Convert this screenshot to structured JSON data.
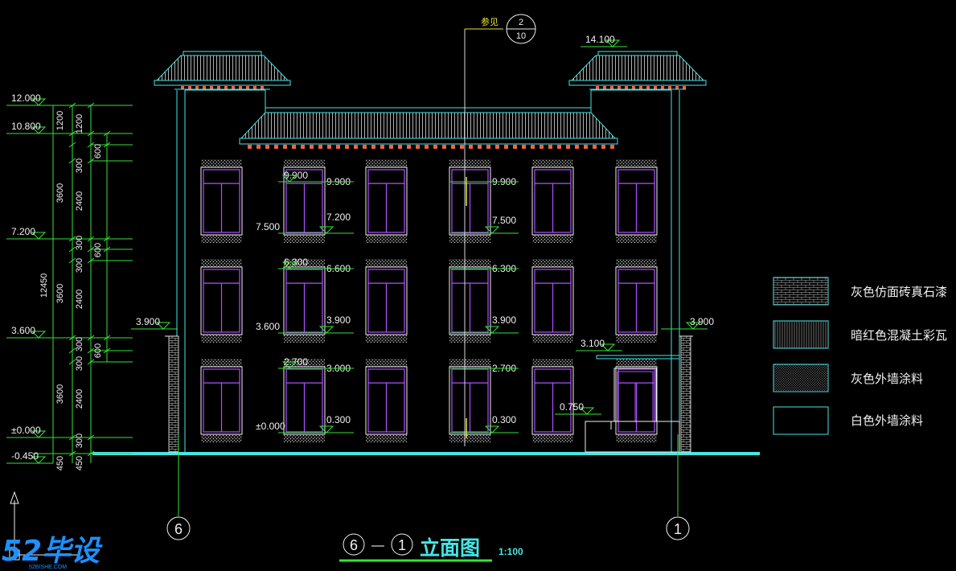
{
  "drawing": {
    "reference": {
      "label": "参见",
      "num": "2",
      "den": "10"
    },
    "title": {
      "from": "6",
      "dash": "—",
      "to": "1",
      "name": "立面图",
      "scale": "1:100"
    },
    "axes": {
      "left": "6",
      "right": "1"
    },
    "left_levels": [
      "12.000",
      "10.800",
      "7.200",
      "3.600",
      "±0.000",
      "-0.450"
    ],
    "dims_col1": [
      "1200",
      "3600",
      "12450",
      "3600",
      "3600",
      "450"
    ],
    "dims_col2": [
      "1200",
      "300",
      "2400",
      "300",
      "300",
      "2400",
      "300",
      "300",
      "2400",
      "300",
      "450"
    ],
    "dims_col3": [
      "600",
      "600",
      "600"
    ],
    "roof_levels": [
      "14.100"
    ],
    "side_levels": [
      "3.900",
      "3.900",
      "3.100",
      "0.750"
    ],
    "window_marks": [
      [
        "9.900",
        "9.900",
        "7.200",
        "7.500"
      ],
      [
        "6.300",
        "6.600",
        "3.900",
        "3.600"
      ],
      [
        "2.700",
        "3.000",
        "0.300",
        "±0.000"
      ]
    ],
    "window_marks_right": [
      [
        "9.900",
        "7.500"
      ],
      [
        "6.300",
        "3.900"
      ],
      [
        "2.700",
        "0.300"
      ]
    ]
  },
  "legend": [
    {
      "pattern": "brick",
      "label": "灰色仿面砖真石漆"
    },
    {
      "pattern": "vertical",
      "label": "暗红色混凝土彩瓦"
    },
    {
      "pattern": "dots",
      "label": "灰色外墙涂料"
    },
    {
      "pattern": "plain",
      "label": "白色外墙涂料"
    }
  ],
  "watermark": {
    "text": "52毕设",
    "sub": "52BISHE.COM"
  },
  "colors": {
    "bg": "#000000",
    "cyan": "#46e6e6",
    "green": "#32e632",
    "white": "#f0f0f0",
    "yellow": "#e6e632",
    "purple": "#b050ff",
    "blue": "#1e90ff"
  }
}
